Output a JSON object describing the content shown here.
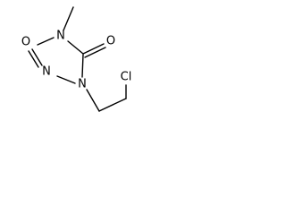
{
  "molecule": {
    "atoms": {
      "n_dimethyl": "N",
      "o_carbonyl": "O",
      "n_nitroso_amide": "N",
      "n_nitroso": "N",
      "o_nitroso": "O",
      "cl": "Cl"
    },
    "colors": {
      "bond": "#000000",
      "atom_text": "#000000",
      "background": "#ffffff"
    }
  }
}
